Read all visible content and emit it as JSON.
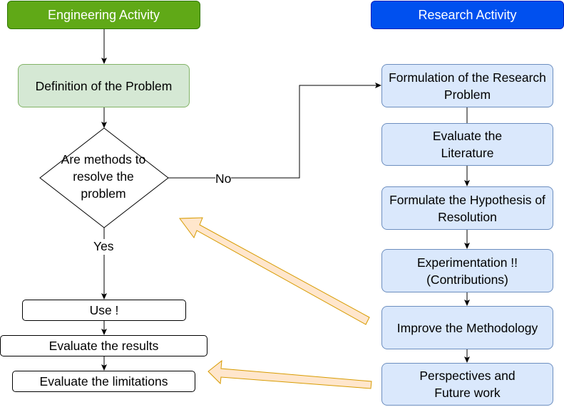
{
  "engineering": {
    "header": "Engineering Activity",
    "definition": "Definition of the Problem",
    "decision": "Are methods to resolve the problem",
    "yes_label": "Yes",
    "no_label": "No",
    "use": "Use !",
    "evaluate_results": "Evaluate the results",
    "evaluate_limitations": "Evaluate the limitations"
  },
  "research": {
    "header": "Research Activity",
    "steps": [
      "Formulation of the Research Problem",
      "Evaluate the Literature",
      "Formulate the Hypothesis of Resolution",
      "Experimentation !! (Contributions)",
      "Improve the Methodology",
      "Perspectives and Future work"
    ]
  },
  "colors": {
    "engineering_header": "#60a917",
    "research_header": "#0050ef",
    "green_fill": "#d5e8d4",
    "blue_fill": "#dae8fc",
    "feedback_arrow_fill": "#ffe6cc",
    "feedback_arrow_stroke": "#d79b00"
  }
}
